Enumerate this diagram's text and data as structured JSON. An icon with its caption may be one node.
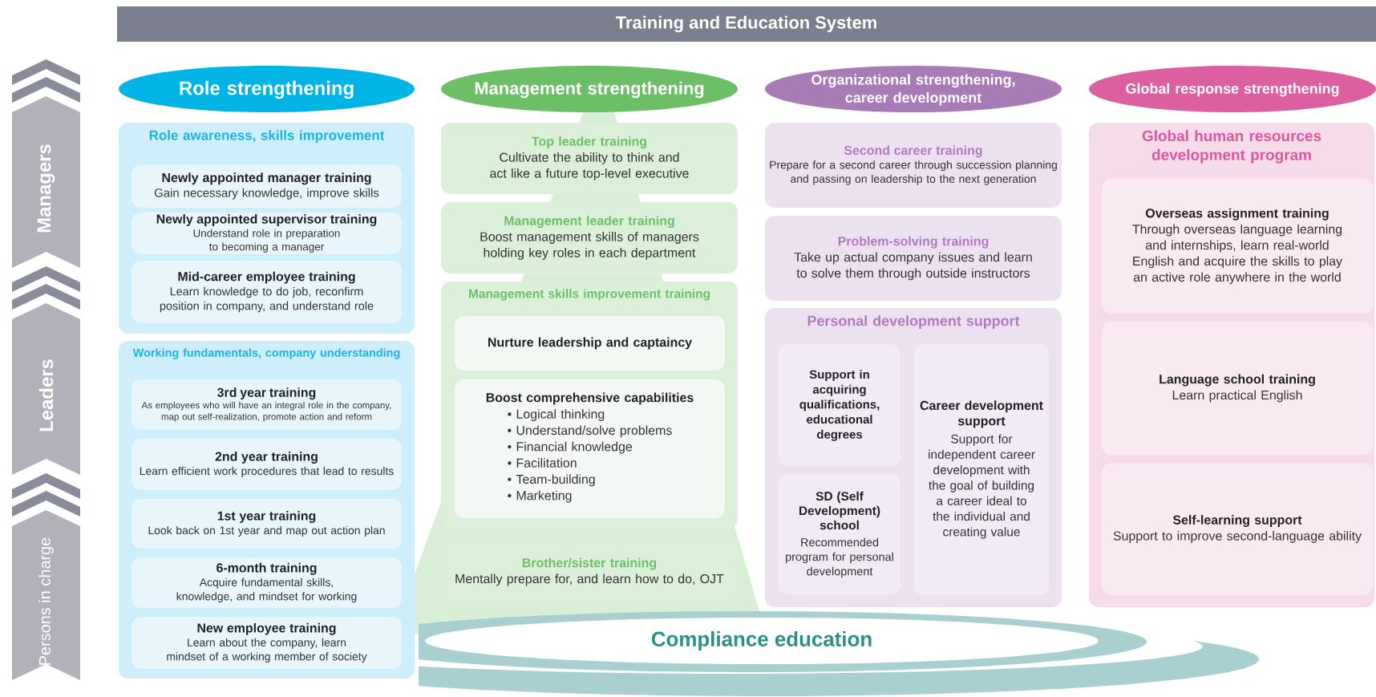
{
  "diagram": {
    "title": "Training and Education System",
    "nodes": [
      {
        "text": [
          "Managers"
        ]
      },
      {
        "text": [
          "Leaders"
        ]
      },
      {
        "text": [
          "Persons in charge"
        ]
      },
      {
        "text": [
          "Role strengthening"
        ]
      },
      {
        "text": [
          "Management strengthening"
        ]
      },
      {
        "text": [
          "Organizational strengthening, career development"
        ]
      },
      {
        "text": [
          "Global response strengthening"
        ]
      },
      {
        "text": [
          "Role awareness, skills improvement"
        ]
      },
      {
        "text": [
          "Newly appointed manager training",
          "Gain necessary knowledge, improve skills"
        ],
        "in": 7
      },
      {
        "text": [
          "Newly appointed supervisor training",
          "Understand role in preparation to becoming a manager"
        ],
        "in": 7
      },
      {
        "text": [
          "Mid-career employee training",
          "Learn knowledge to do job, reconfirm position in company, and understand role"
        ],
        "in": 7
      },
      {
        "text": [
          "Working fundamentals, company understanding"
        ]
      },
      {
        "text": [
          "3rd year training",
          "As employees who will have an integral role in the company, map out self-realization, promote action and reform"
        ],
        "in": 11
      },
      {
        "text": [
          "2nd year training",
          "Learn efficient work procedures that lead to results"
        ],
        "in": 11
      },
      {
        "text": [
          "1st year training",
          "Look back on 1st year and map out action plan"
        ],
        "in": 11
      },
      {
        "text": [
          "6-month training",
          "Acquire fundamental skills, knowledge, and mindset for working"
        ],
        "in": 11
      },
      {
        "text": [
          "New employee training",
          "Learn about the company, learn mindset of a working member of society"
        ],
        "in": 11
      },
      {
        "text": [
          "Top leader training",
          "Cultivate the ability to think and act like a future top-level executive"
        ]
      },
      {
        "text": [
          "Management leader training",
          "Boost management skills of managers holding key roles in each department"
        ]
      },
      {
        "text": [
          "Management skills improvement training"
        ]
      },
      {
        "text": [
          "Nurture leadership and captaincy"
        ],
        "in": 19
      },
      {
        "text": [
          "Boost comprehensive capabilities",
          "• Logical thinking",
          "• Understand/solve problems",
          "• Financial knowledge",
          "• Facilitation",
          "• Team-building",
          "• Marketing"
        ],
        "in": 19
      },
      {
        "text": [
          "Brother/sister training",
          "Mentally prepare for, and learn how to do, OJT"
        ]
      },
      {
        "text": [
          "Second career training",
          "Prepare for a second career through succession planning and passing on leadership to the next generation"
        ]
      },
      {
        "text": [
          "Problem-solving training",
          "Take up actual company issues and learn to solve them through outside instructors"
        ]
      },
      {
        "text": [
          "Personal development support"
        ]
      },
      {
        "text": [
          "Support in acquiring qualifications, educational degrees"
        ],
        "in": 25
      },
      {
        "text": [
          "SD (Self Development) school",
          "Recommended program for personal development"
        ],
        "in": 25
      },
      {
        "text": [
          "Career development support",
          "Support for independent career development with the goal of building a career ideal to the individual and creating value"
        ],
        "in": 25
      },
      {
        "text": [
          "Global human resources development program"
        ]
      },
      {
        "text": [
          "Overseas assignment training",
          "Through overseas language learning and internships, learn real-world English and acquire the skills to play an active role anywhere in the world"
        ],
        "in": 29
      },
      {
        "text": [
          "Language school training",
          "Learn practical English"
        ],
        "in": 29
      },
      {
        "text": [
          "Self-learning support",
          "Support to improve second-language ability"
        ],
        "in": 29
      },
      {
        "text": [
          "Compliance education"
        ]
      }
    ]
  }
}
